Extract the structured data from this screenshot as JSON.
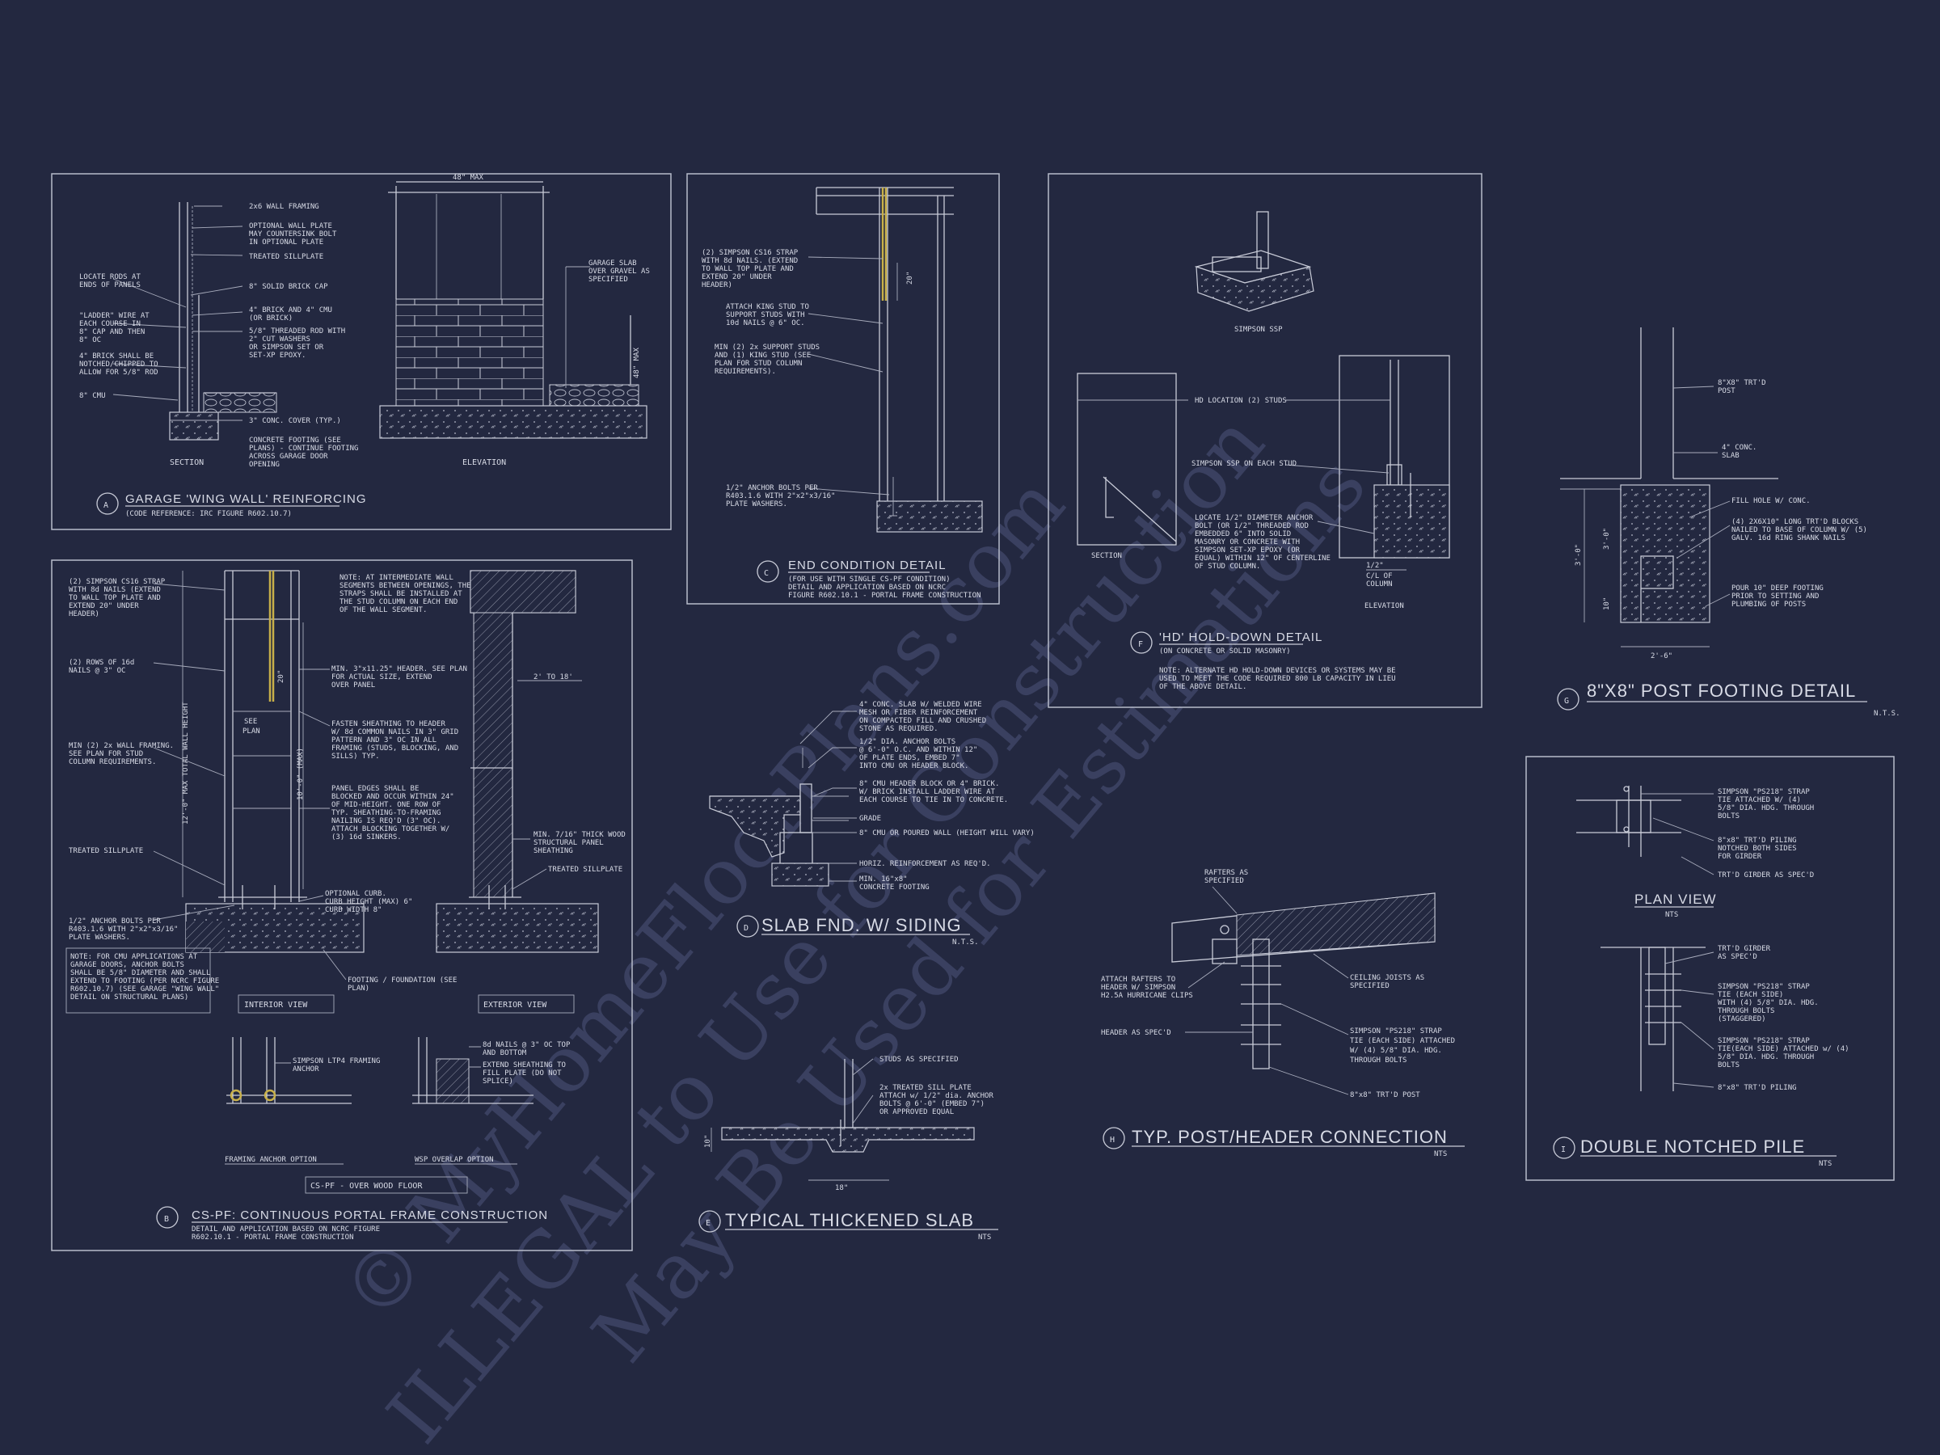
{
  "watermark": {
    "line1": "© MyHomeFloorPlans.com",
    "line2": "ILLEGAL to Use for Construction",
    "line3": "May Be Used for Estimations"
  },
  "details": {
    "A": {
      "letter": "A",
      "title": "GARAGE 'WING WALL' REINFORCING",
      "subtitle": "(CODE REFERENCE: IRC FIGURE R602.10.7)",
      "section_label": "SECTION",
      "elevation_label": "ELEVATION",
      "dim_top": "48\" MAX",
      "dim_right": "48\" MAX",
      "notes": [
        "2x6 WALL FRAMING",
        "OPTIONAL WALL PLATE MAY COUNTERSINK BOLT IN OPTIONAL PLATE",
        "TREATED SILLPLATE",
        "8\" SOLID BRICK CAP",
        "4\" BRICK AND 4\" CMU (OR BRICK)",
        "5/8\" THREADED ROD WITH 2\" CUT WASHERS OR SIMPSON SET OR SET-XP EPOXY",
        "3\" CONC. COVER (TYP.)",
        "CONCRETE FOOTING (SEE PLANS) - CONTINUE FOOTING ACROSS GARAGE DOOR OPENING",
        "LOCATE RODS AT ENDS OF PANELS",
        "\"LADDER\" WIRE AT EACH COURSE IN 8\" CAP AND THEN 8\" OC",
        "4\" BRICK SHALL BE NOTCHED/CHIPPED TO ALLOW FOR 5/8\" ROD",
        "8\" CMU",
        "GARAGE SLAB OVER GRAVEL AS SPECIFIED"
      ]
    },
    "B": {
      "letter": "B",
      "title": "CS-PF: CONTINUOUS PORTAL FRAME CONSTRUCTION",
      "subtitle1": "DETAIL AND APPLICATION BASED ON NCRC FIGURE",
      "subtitle2": "R602.10.1 - PORTAL FRAME CONSTRUCTION",
      "interior_label": "INTERIOR VIEW",
      "exterior_label": "EXTERIOR VIEW",
      "framing_anchor_label": "FRAMING ANCHOR OPTION",
      "wsp_overlap_label": "WSP OVERLAP OPTION",
      "over_wood_floor": "CS-PF - OVER WOOD FLOOR",
      "dim_height": "12'-0\" MAX TOTAL WALL HEIGHT",
      "dim_10": "10'-0\" (MAX)",
      "dim_2to18": "2' TO 18'",
      "see_plan": "SEE PLAN",
      "notes": [
        "(2) SIMPSON CS16 STRAP WITH 8d NAILS (EXTEND TO WALL TOP PLATE AND EXTEND 20\" UNDER HEADER)",
        "(2) ROWS OF 16d NAILS @ 3\" OC",
        "MIN (2) 2x WALL FRAMING. SEE PLAN FOR STUD COLUMN REQUIREMENTS.",
        "TREATED SILLPLATE",
        "1/2\" ANCHOR BOLTS PER R403.1.6 WITH 2\"x2\"x3/16\" PLATE WASHERS.",
        "NOTE: AT INTERMEDIATE WALL SEGMENTS BETWEEN OPENINGS, THE STRAPS SHALL BE INSTALLED AT THE STUD COLUMN ON EACH END OF THE WALL SEGMENT.",
        "MIN. 3\"x11.25\" HEADER. SEE PLAN FOR ACTUAL SIZE, EXTEND OVER PANEL",
        "FASTEN SHEATHING TO HEADER W/ 8d COMMON NAILS IN 3\" GRID PATTERN AND 3\" OC IN ALL FRAMING (STUDS, BLOCKING, AND SILLS) TYP.",
        "PANEL EDGES SHALL BE BLOCKED AND OCCUR WITHIN 24\" OF MID-HEIGHT. ONE ROW OF TYP. SHEATHING-TO-FRAMING NAILING IS REQ'D (3\" OC). ATTACH BLOCKING TOGETHER W/ (3) 16d SINKERS.",
        "MIN. 7/16\" THICK WOOD STRUCTURAL PANEL SHEATHING",
        "TREATED SILLPLATE",
        "OPTIONAL CURB. CURB HEIGHT (MAX) 6\" CURB WIDTH 8\"",
        "FOOTING / FOUNDATION (SEE PLAN)",
        "NOTE: FOR CMU APPLICATIONS AT GARAGE DOORS, ANCHOR BOLTS SHALL BE 5/8\" DIAMETER AND SHALL EXTEND TO FOOTING (PER NCRC FIGURE R602.10.7) (SEE GARAGE 'WING WALL' DETAIL ON STRUCTURAL PLANS)",
        "SIMPSON LTP4 FRAMING ANCHOR",
        "8d NAILS @ 3\" OC TOP AND BOTTOM",
        "EXTEND SHEATHING TO FILL PLATE (DO NOT SPLICE)"
      ]
    },
    "C": {
      "letter": "C",
      "title": "END CONDITION DETAIL",
      "subtitle1": "(FOR USE WITH SINGLE CS-PF CONDITION)",
      "subtitle2": "DETAIL AND APPLICATION BASED ON NCRC",
      "subtitle3": "FIGURE R602.10.1 - PORTAL FRAME CONSTRUCTION",
      "dim": "20\"",
      "notes": [
        "(2) SIMPSON CS16 STRAP WITH 8d NAILS. (EXTEND TO WALL TOP PLATE AND EXTEND 20\" UNDER HEADER)",
        "ATTACH KING STUD TO SUPPORT STUDS WITH 10d NAILS @ 6\" OC.",
        "MIN (2) 2x SUPPORT STUDS AND (1) KING STUD (SEE PLAN FOR STUD COLUMN REQUIREMENTS).",
        "1/2\" ANCHOR BOLTS PER R403.1.6 WITH 2\"x2\"x3/16\" PLATE WASHERS."
      ]
    },
    "D": {
      "letter": "D",
      "title": "SLAB FND. W/ SIDING",
      "scale": "N.T.S.",
      "notes": [
        "4\" CONC. SLAB W/ WELDED WIRE MESH OR FIBER REINFORCEMENT ON COMPACTED FILL AND CRUSHED STONE AS REQUIRED.",
        "1/2\" DIA. ANCHOR BOLTS @ 6'-0\" O.C. AND WITHIN 12\" OF PLATE ENDS, EMBED 7\" INTO CMU OR HEADER BLOCK.",
        "8\" CMU HEADER BLOCK OR 4\" BRICK. W/ BRICK INSTALL LADDER WIRE AT EACH COURSE TO TIE IN TO CONCRETE.",
        "GRADE",
        "8\" CMU OR POURED WALL (HEIGHT WILL VARY)",
        "HORIZ. REINFORCEMENT AS REQ'D.",
        "MIN. 16\"x8\" CONCRETE FOOTING"
      ]
    },
    "E": {
      "letter": "E",
      "title": "TYPICAL THICKENED SLAB",
      "scale": "NTS",
      "dim_w": "18\"",
      "dim_h": "10\"",
      "notes": [
        "STUDS AS SPECIFIED",
        "2x TREATED SILL PLATE ATTACH w/ 1/2\" dia. ANCHOR BOLTS @ 6'-0\" (EMBED 7\") OR APPROVED EQUAL"
      ]
    },
    "F": {
      "letter": "F",
      "title": "'HD' HOLD-DOWN DETAIL",
      "subtitle": "(ON CONCRETE OR SOLID MASONRY)",
      "section_label": "SECTION",
      "elevation_label": "ELEVATION",
      "ssp_label": "SIMPSON SSP",
      "dim": "C/L OF COLUMN",
      "dim2": "1/2\"",
      "notes": [
        "HD LOCATION (2) STUDS",
        "SIMPSON SSP ON EACH STUD",
        "LOCATE 1/2\" DIAMETER ANCHOR BOLT (OR 1/2\" THREADED ROD EMBEDDED 6\" INTO SOLID MASONRY OR CONCRETE WITH SIMPSON SET-XP EPOXY (OR EQUAL) WITHIN 12\" OF CENTERLINE OF STUD COLUMN."
      ],
      "note_bottom": "NOTE: ALTERNATE HD HOLD-DOWN DEVICES OR SYSTEMS MAY BE USED TO MEET THE CODE REQUIRED 800 LB CAPACITY IN LIEU OF THE ABOVE DETAIL."
    },
    "G": {
      "letter": "G",
      "title": "8\"X8\" POST FOOTING DETAIL",
      "scale": "N.T.S.",
      "dim_w": "2'-6\"",
      "dim_h1": "3'-0\"",
      "dim_h2": "3'-0\"",
      "dim_h3": "10\"",
      "notes": [
        "8\"X8\" TRT'D POST",
        "4\" CONC. SLAB",
        "FILL HOLE W/ CONC.",
        "(4) 2X6X10\" LONG TRT'D BLOCKS NAILED TO BASE OF COLUMN W/ (5) GALV. 16d RING SHANK NAILS",
        "POUR 10\" DEEP FOOTING PRIOR TO SETTING AND PLUMBING OF POSTS"
      ]
    },
    "H": {
      "letter": "H",
      "title": "TYP. POST/HEADER CONNECTION",
      "scale": "NTS",
      "notes": [
        "RAFTERS AS SPECIFIED",
        "ATTACH RAFTERS TO HEADER W/ SIMPSON H2.5A HURRICANE CLIPS",
        "HEADER AS SPEC'D",
        "CEILING JOISTS AS SPECIFIED",
        "SIMPSON \"PS218\" STRAP TIE (EACH SIDE) ATTACHED W/ (4) 5/8\" DIA. HDG. THROUGH BOLTS",
        "8\"x8\" TRT'D POST"
      ]
    },
    "I": {
      "letter": "I",
      "title": "DOUBLE NOTCHED PILE",
      "scale": "NTS",
      "plan_view": "PLAN VIEW",
      "plan_scale": "NTS",
      "notes": [
        "SIMPSON \"PS218\" STRAP TIE ATTACHED W/ (4) 5/8\" DIA. HDG. THROUGH BOLTS",
        "8\"x8\" TRT'D PILING NOTCHED BOTH SIDES FOR GIRDER",
        "TRT'D GIRDER AS SPEC'D",
        "TRT'D GIRDER AS SPEC'D",
        "SIMPSON \"PS218\" STRAP TIE (EACH SIDE) WITH (4) 5/8\" DIA. HDG. THROUGH BOLTS (STAGGERED)",
        "SIMPSON \"PS218\" STRAP TIE(EACH SIDE) ATTACHED W/ (4) 5/8\" DIA. HDG. THROUGH BOLTS",
        "8\"x8\" TRT'D PILING"
      ]
    }
  }
}
